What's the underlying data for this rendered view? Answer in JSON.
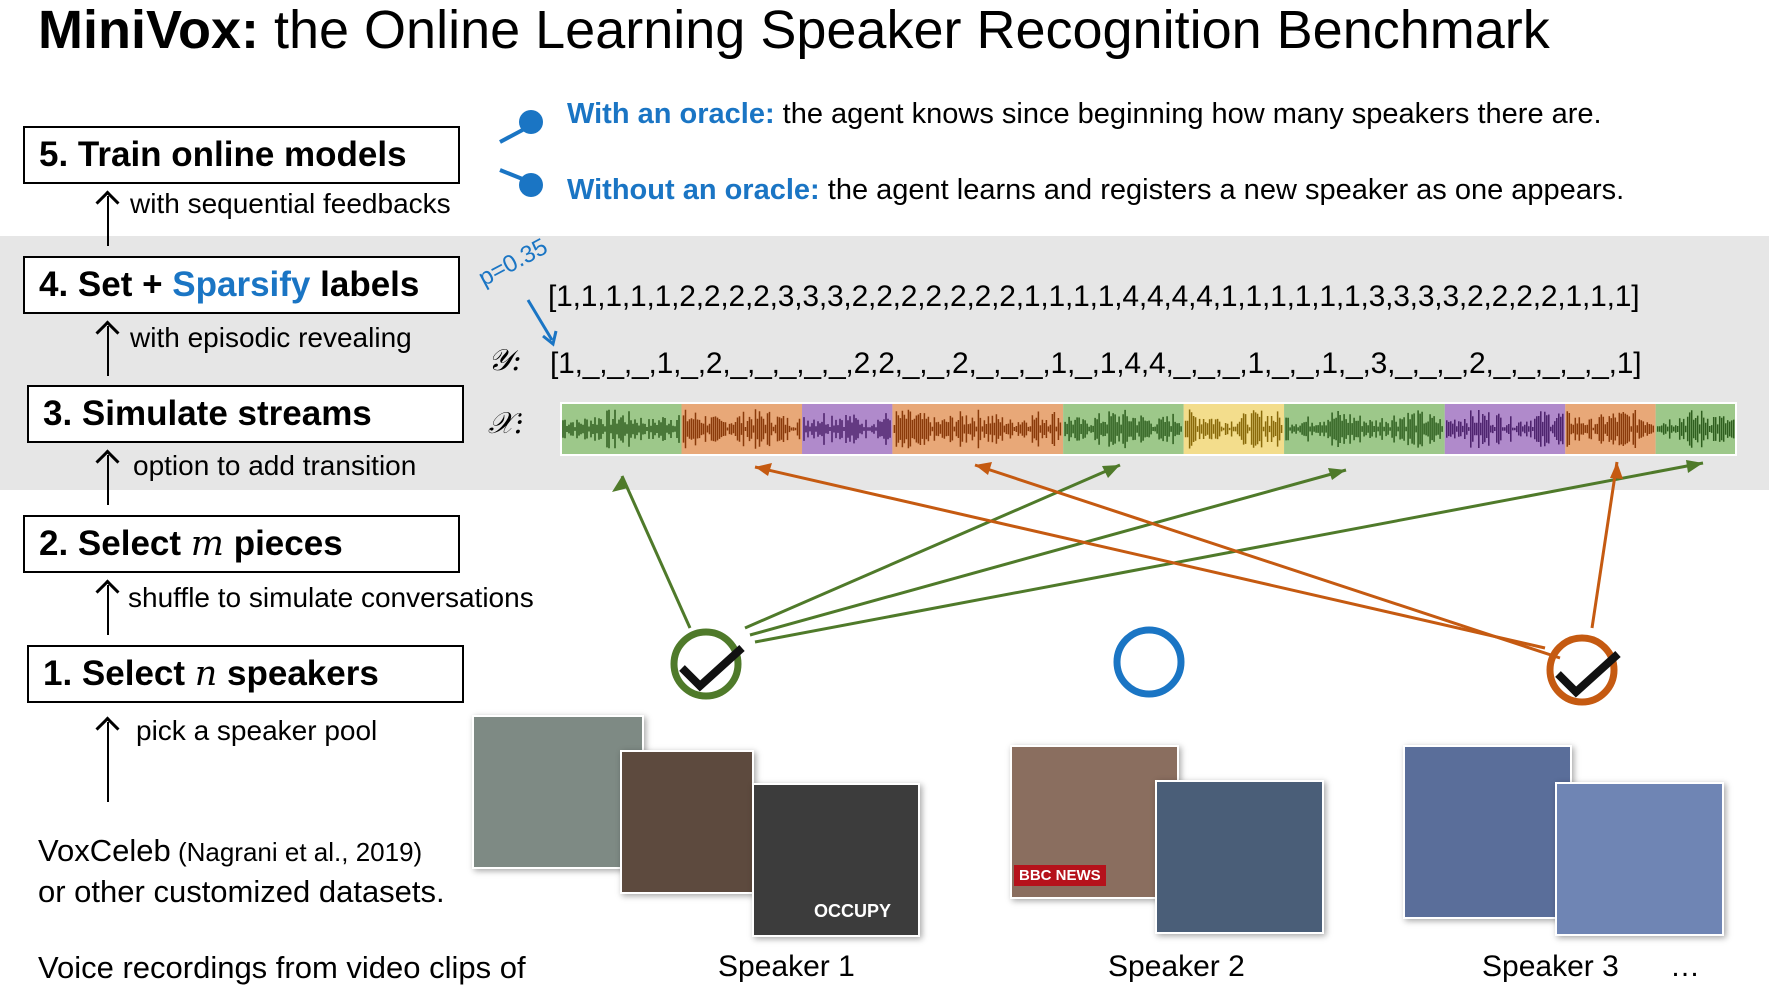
{
  "title": {
    "bold": "MiniVox:",
    "rest": " the Online Learning Speaker Recognition Benchmark"
  },
  "steps": [
    {
      "label_a": "5. Train online models",
      "note": "with sequential feedbacks"
    },
    {
      "label_a": "4. Set + ",
      "label_b": "Sparsify",
      "label_c": " labels",
      "note": "with episodic revealing"
    },
    {
      "label_a": "3. Simulate streams",
      "note": "option to add transition"
    },
    {
      "label_a": "2. Select ",
      "label_m": "m",
      "label_c": " pieces",
      "note": "shuffle to simulate conversations"
    },
    {
      "label_a": "1. Select ",
      "label_m": "n",
      "label_c": " speakers",
      "note": "pick a speaker pool"
    }
  ],
  "oracle": [
    {
      "bold": "With an oracle:",
      "text": " the agent knows since beginning how many speakers there are."
    },
    {
      "bold": "Without an oracle:",
      "text": " the agent learns and registers a new speaker as one appears."
    }
  ],
  "sparsity_label": "p=0.35",
  "full_labels": "[1,1,1,1,1,2,2,2,2,3,3,3,2,2,2,2,2,2,2,1,1,1,1,4,4,4,4,1,1,1,1,1,1,3,3,3,3,2,2,2,2,1,1,1]",
  "y_symbol": "𝒴:",
  "sparse_labels": "[1,_,_,_,1,_,2,_,_,_,_,_,2,2,_,_,2,_,_,_,1,_,1,4,4,_,_,_,1,_,_,1,_,3,_,_,_,2,_,_,_,_,_,1]",
  "x_symbol": "𝒳:",
  "segments": [
    {
      "color": "#9dc88a",
      "wave": "#2e5e1e",
      "w": 12
    },
    {
      "color": "#e8a878",
      "wave": "#8a3a0a",
      "w": 12
    },
    {
      "color": "#b08acb",
      "wave": "#4a1f6a",
      "w": 9
    },
    {
      "color": "#e8a878",
      "wave": "#8a3a0a",
      "w": 17
    },
    {
      "color": "#9dc88a",
      "wave": "#2e5e1e",
      "w": 12
    },
    {
      "color": "#f3dd8c",
      "wave": "#8a6a0a",
      "w": 10
    },
    {
      "color": "#9dc88a",
      "wave": "#2e5e1e",
      "w": 16
    },
    {
      "color": "#b08acb",
      "wave": "#4a1f6a",
      "w": 12
    },
    {
      "color": "#e8a878",
      "wave": "#8a3a0a",
      "w": 9
    },
    {
      "color": "#9dc88a",
      "wave": "#2e5e1e",
      "w": 8
    }
  ],
  "source": {
    "line1_a": "VoxCeleb",
    "line1_b": " (Nagrani et al., 2019)",
    "line2": "or other customized datasets."
  },
  "bottom_caption": "Voice recordings from video clips of",
  "speakers": [
    {
      "label": "Speaker 1",
      "status": "selected",
      "color": "#4f7a2a"
    },
    {
      "label": "Speaker 2",
      "status": "not-selected",
      "color": "#1a75c4"
    },
    {
      "label": "Speaker 3",
      "status": "selected",
      "color": "#c55a11"
    }
  ],
  "ellipsis": "…",
  "photo_texts": {
    "bbc": "BBC NEWS",
    "occupy": "OCCUPY"
  },
  "colors": {
    "accent_blue": "#1a75c4",
    "speaker1_green": "#4f7a2a",
    "speaker3_orange": "#c55a11",
    "band_gray": "#e6e6e6"
  }
}
